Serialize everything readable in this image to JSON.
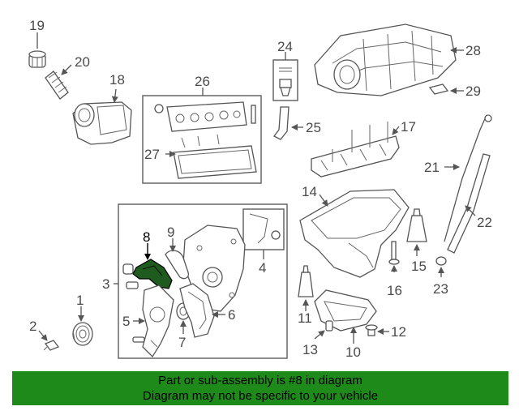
{
  "colors": {
    "banner_bg": "#1d8a1a",
    "highlight_part": "#1f5a1f",
    "line": "#555555"
  },
  "callouts": {
    "c1": "1",
    "c2": "2",
    "c3": "3",
    "c4": "4",
    "c5": "5",
    "c6": "6",
    "c7": "7",
    "c8": "8",
    "c9": "9",
    "c10": "10",
    "c11": "11",
    "c12": "12",
    "c13": "13",
    "c14": "14",
    "c15": "15",
    "c16": "16",
    "c17": "17",
    "c18": "18",
    "c19": "19",
    "c20": "20",
    "c21": "21",
    "c22": "22",
    "c23": "23",
    "c24": "24",
    "c25": "25",
    "c26": "26",
    "c27": "27",
    "c28": "28",
    "c29": "29"
  },
  "highlight": {
    "part_number": "8"
  },
  "banner": {
    "line1": "Part or sub-assembly is #8 in diagram",
    "line2": "Diagram may not be specific to your vehicle"
  }
}
